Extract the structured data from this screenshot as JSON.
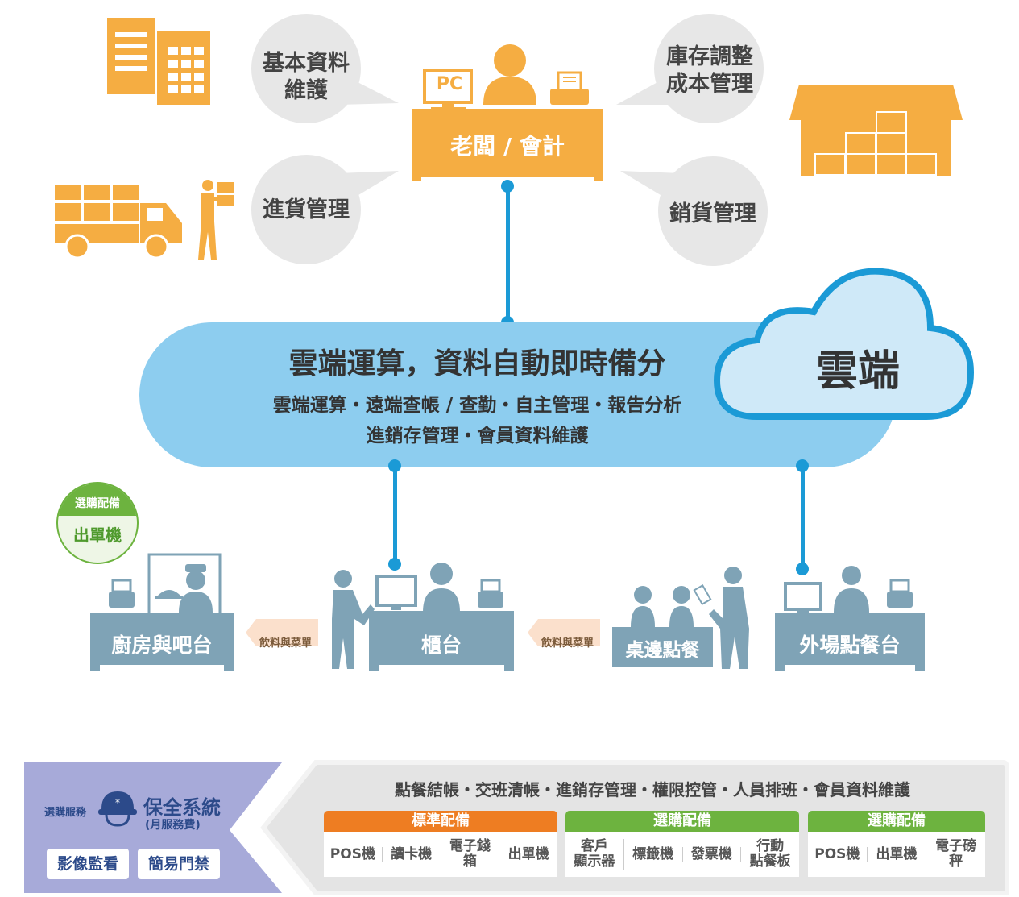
{
  "top": {
    "role_label": "老闆 / 會計",
    "pc_label": "PC",
    "bubbles": {
      "basic_data": [
        "基本資料",
        "維護"
      ],
      "inventory": [
        "庫存調整",
        "成本管理"
      ],
      "purchase": "進貨管理",
      "sales": "銷貨管理"
    }
  },
  "cloud": {
    "badge": "雲端",
    "headline": "雲端運算，資料自動即時備分",
    "line1": "雲端運算・遠端查帳 / 查勤・自主管理・報告分析",
    "line2": "進銷存管理・會員資料維護"
  },
  "optional_badge": {
    "tag": "選購配備",
    "name": "出單機"
  },
  "stations": {
    "kitchen": "廚房與吧台",
    "counter": "櫃台",
    "tableside": "桌邊點餐",
    "outdoor": "外場點餐台"
  },
  "arrows": {
    "left": "飲料與菜單",
    "right": "飲料與菜單"
  },
  "security": {
    "tag": "選購服務",
    "title": "保全系統",
    "subtitle": "(月服務費)",
    "btn1": "影像監看",
    "btn2": "簡易門禁"
  },
  "features": {
    "line": "點餐結帳・交班清帳・進銷存管理・權限控管・人員排班・會員資料維護",
    "groups": [
      {
        "title": "標準配備",
        "items": [
          "POS機",
          "讀卡機",
          "電子錢箱",
          "出單機"
        ]
      },
      {
        "title": "選購配備",
        "items": [
          "客戶\n顯示器",
          "標籤機",
          "發票機",
          "行動\n點餐板"
        ]
      },
      {
        "title": "選購配備",
        "items": [
          "POS機",
          "出單機",
          "電子磅秤"
        ]
      }
    ]
  },
  "colors": {
    "orange": "#f5ad42",
    "blue_line": "#1b9ad6",
    "cloud_fill": "#8dcdef",
    "station": "#7fa3b6",
    "green": "#6db33f",
    "tab_orange": "#ee7d22",
    "security_bg": "#a7aad9"
  }
}
